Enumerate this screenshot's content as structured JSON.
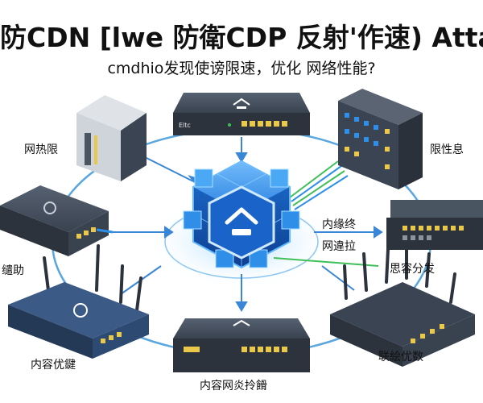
{
  "header": {
    "title": "防CDN [lwe 防衛CDP 反射'作速) Attack",
    "subtitle": "cmdhio发现使谤限速，优化 网络性能?"
  },
  "center": {
    "icon": "home-shield-icon"
  },
  "labels": {
    "left_top": "网热限",
    "right_top": "限性息",
    "right_mid_1": "内缘终",
    "right_mid_2": "网違拉",
    "left_mid": "缱助",
    "right_lower": "思容分发",
    "left_bottom": "内容优鍵",
    "bottom": "内容网炎拎餶",
    "right_bottom": "联絵优数"
  },
  "devices": {
    "top_switch_label": "Eltc"
  },
  "colors": {
    "ring": "#5aa6df",
    "core": "#1f7fe0",
    "device": "#3a4452",
    "port": "#e9c84a",
    "cable_green": "#3fbf5a",
    "cable_blue": "#2f8fe8"
  }
}
